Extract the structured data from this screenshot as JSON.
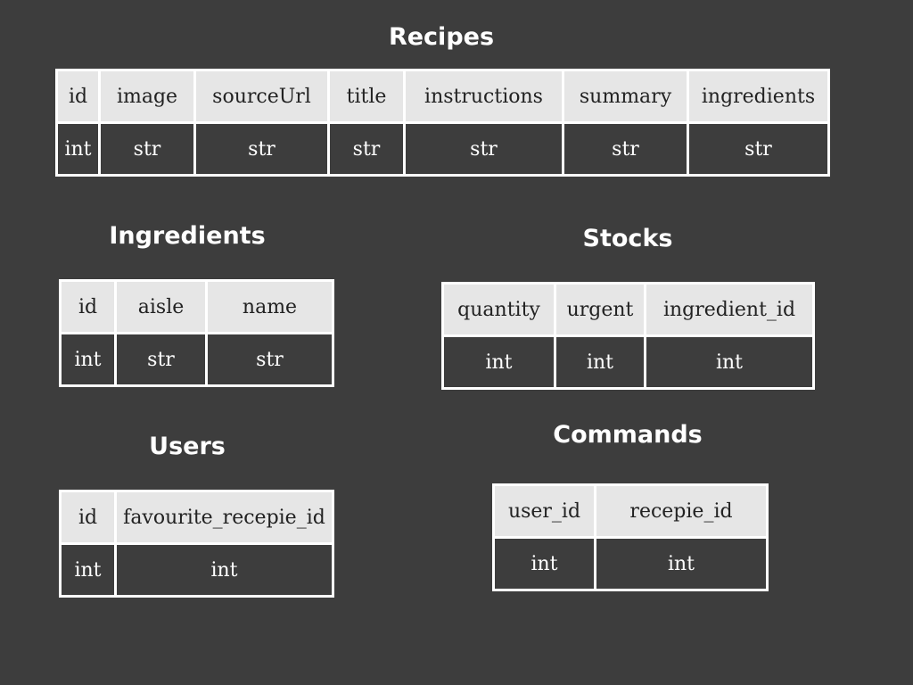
{
  "entities": {
    "recipes": {
      "title": "Recipes",
      "columns": [
        "id",
        "image",
        "sourceUrl",
        "title",
        "instructions",
        "summary",
        "ingredients"
      ],
      "types": [
        "int",
        "str",
        "str",
        "str",
        "str",
        "str",
        "str"
      ]
    },
    "ingredients": {
      "title": "Ingredients",
      "columns": [
        "id",
        "aisle",
        "name"
      ],
      "types": [
        "int",
        "str",
        "str"
      ]
    },
    "stocks": {
      "title": "Stocks",
      "columns": [
        "quantity",
        "urgent",
        "ingredient_id"
      ],
      "types": [
        "int",
        "int",
        "int"
      ]
    },
    "users": {
      "title": "Users",
      "columns": [
        "id",
        "favourite_recepie_id"
      ],
      "types": [
        "int",
        "int"
      ]
    },
    "commands": {
      "title": "Commands",
      "columns": [
        "user_id",
        "recepie_id"
      ],
      "types": [
        "int",
        "int"
      ]
    }
  },
  "colors": {
    "background": "#3d3d3d",
    "header_cell": "#e6e6e6",
    "border": "#ffffff",
    "title_text": "#ffffff"
  }
}
